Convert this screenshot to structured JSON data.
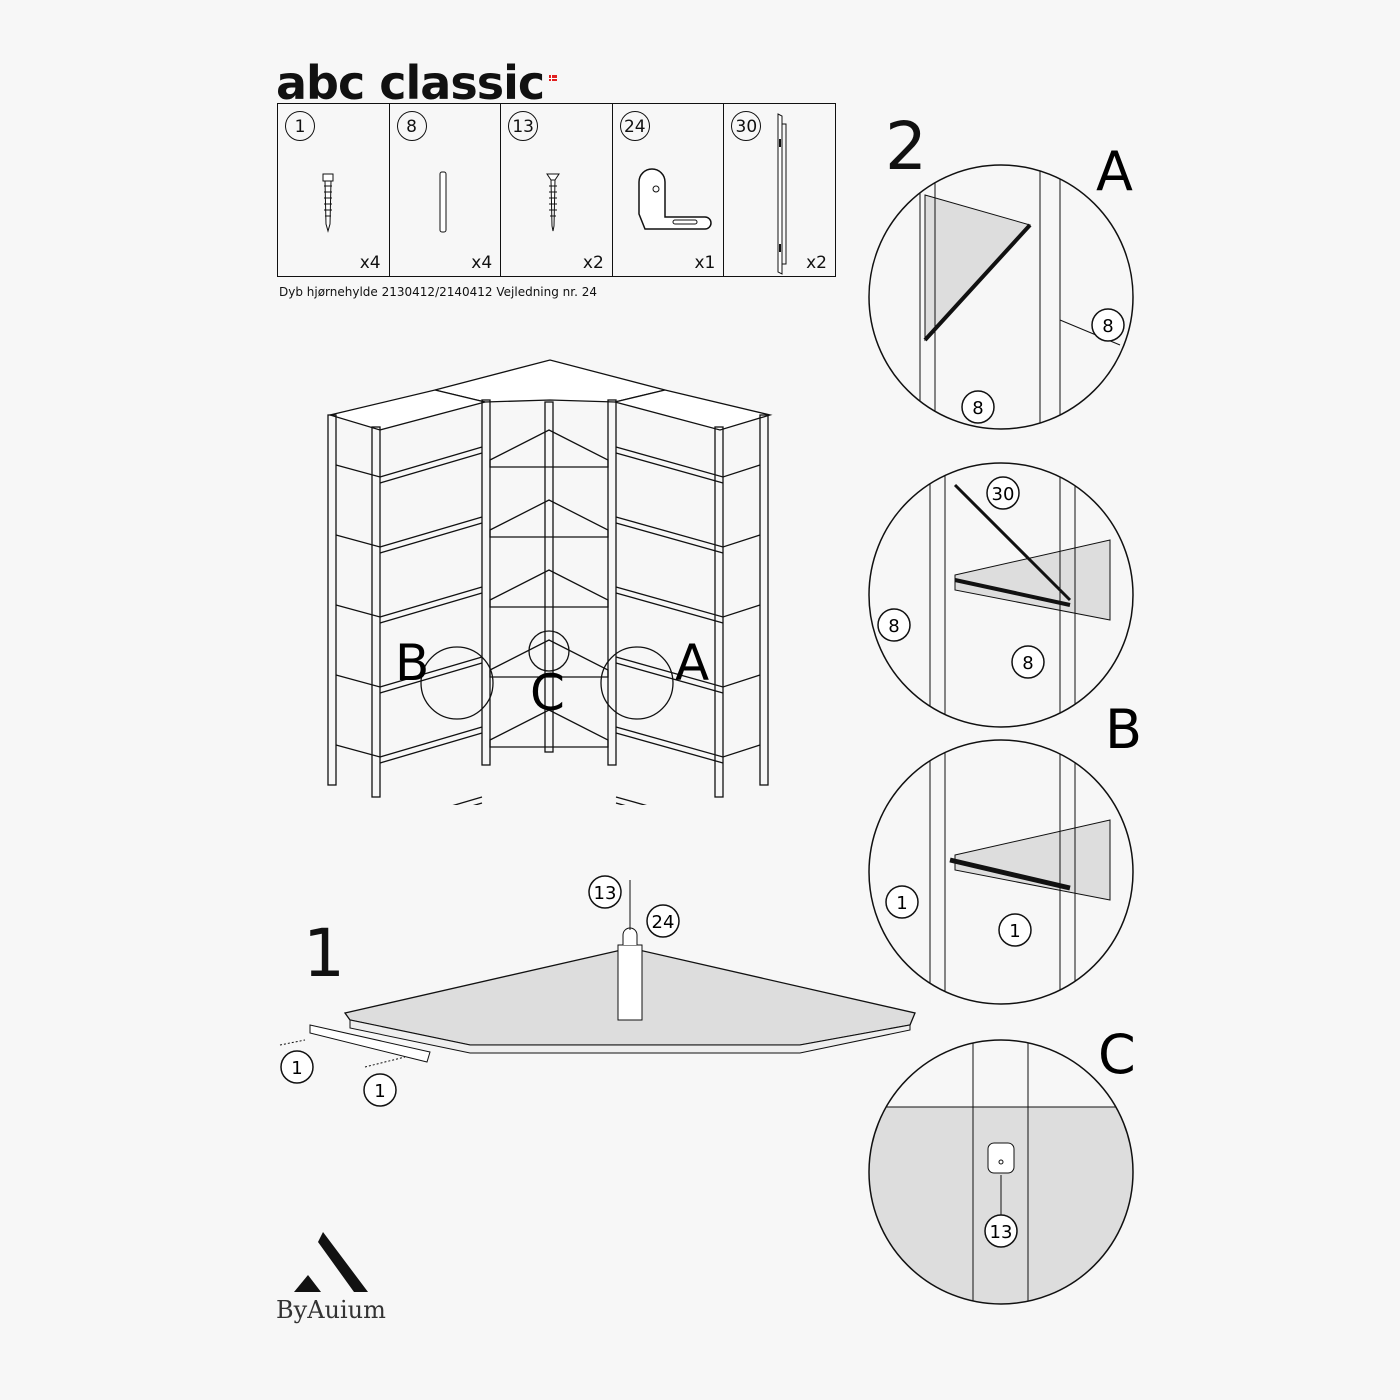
{
  "brand": "abc classic",
  "parts": [
    {
      "number": "1",
      "qty": "x4",
      "icon": "screw-icon"
    },
    {
      "number": "8",
      "qty": "x4",
      "icon": "dowel-icon"
    },
    {
      "number": "13",
      "qty": "x2",
      "icon": "countersunk-screw-icon"
    },
    {
      "number": "24",
      "qty": "x1",
      "icon": "angle-bracket-icon"
    },
    {
      "number": "30",
      "qty": "x2",
      "icon": "brace-rail-icon"
    }
  ],
  "subtitle": "Dyb hjørnehylde 2130412/2140412  Vejledning nr. 24",
  "overview": {
    "labels": {
      "a": "A",
      "b": "B",
      "c": "C"
    }
  },
  "step1": {
    "number": "1",
    "callouts": {
      "screw": "13",
      "bracket": "24",
      "left1": "1",
      "left2": "1"
    }
  },
  "step2": {
    "number": "2"
  },
  "details": {
    "a": {
      "label": "A",
      "callouts": [
        "8",
        "8"
      ]
    },
    "b1": {
      "callouts": [
        "30",
        "8",
        "8"
      ]
    },
    "b": {
      "label": "B",
      "callouts": [
        "1",
        "1"
      ]
    },
    "c": {
      "label": "C",
      "callouts": [
        "13"
      ]
    }
  },
  "footer": {
    "logo": "ByAuium"
  }
}
